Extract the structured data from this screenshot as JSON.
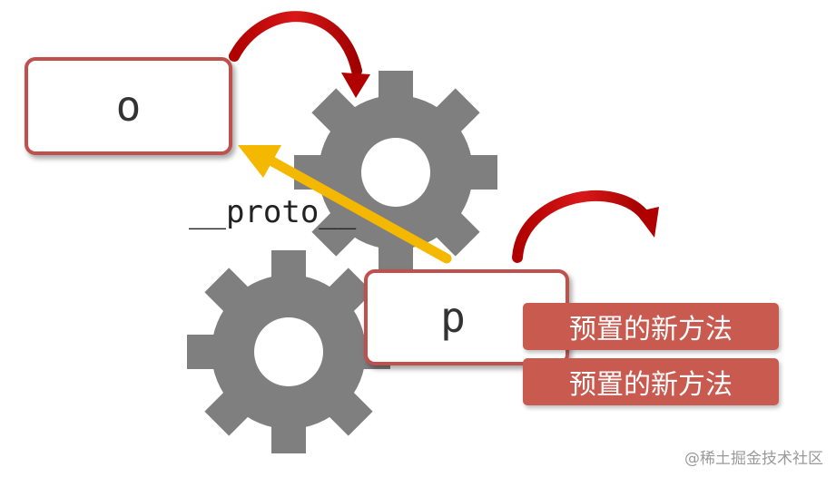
{
  "diagram": {
    "object_o": {
      "label": "o"
    },
    "object_p": {
      "label": "p"
    },
    "proto_link": {
      "label": "__proto__"
    },
    "methods": [
      {
        "label": "预置的新方法"
      },
      {
        "label": "预置的新方法"
      }
    ]
  },
  "watermark": {
    "text": "@稀土掘金技术社区"
  },
  "colors": {
    "box_border": "#c0504d",
    "gear": "#7f7f7f",
    "curved_arrow": "#c00000",
    "proto_arrow": "#f5b800",
    "method_tag": "#c95a4f"
  },
  "icons": [
    "gear-icon",
    "curved-arrow-icon",
    "proto-arrow-icon"
  ]
}
